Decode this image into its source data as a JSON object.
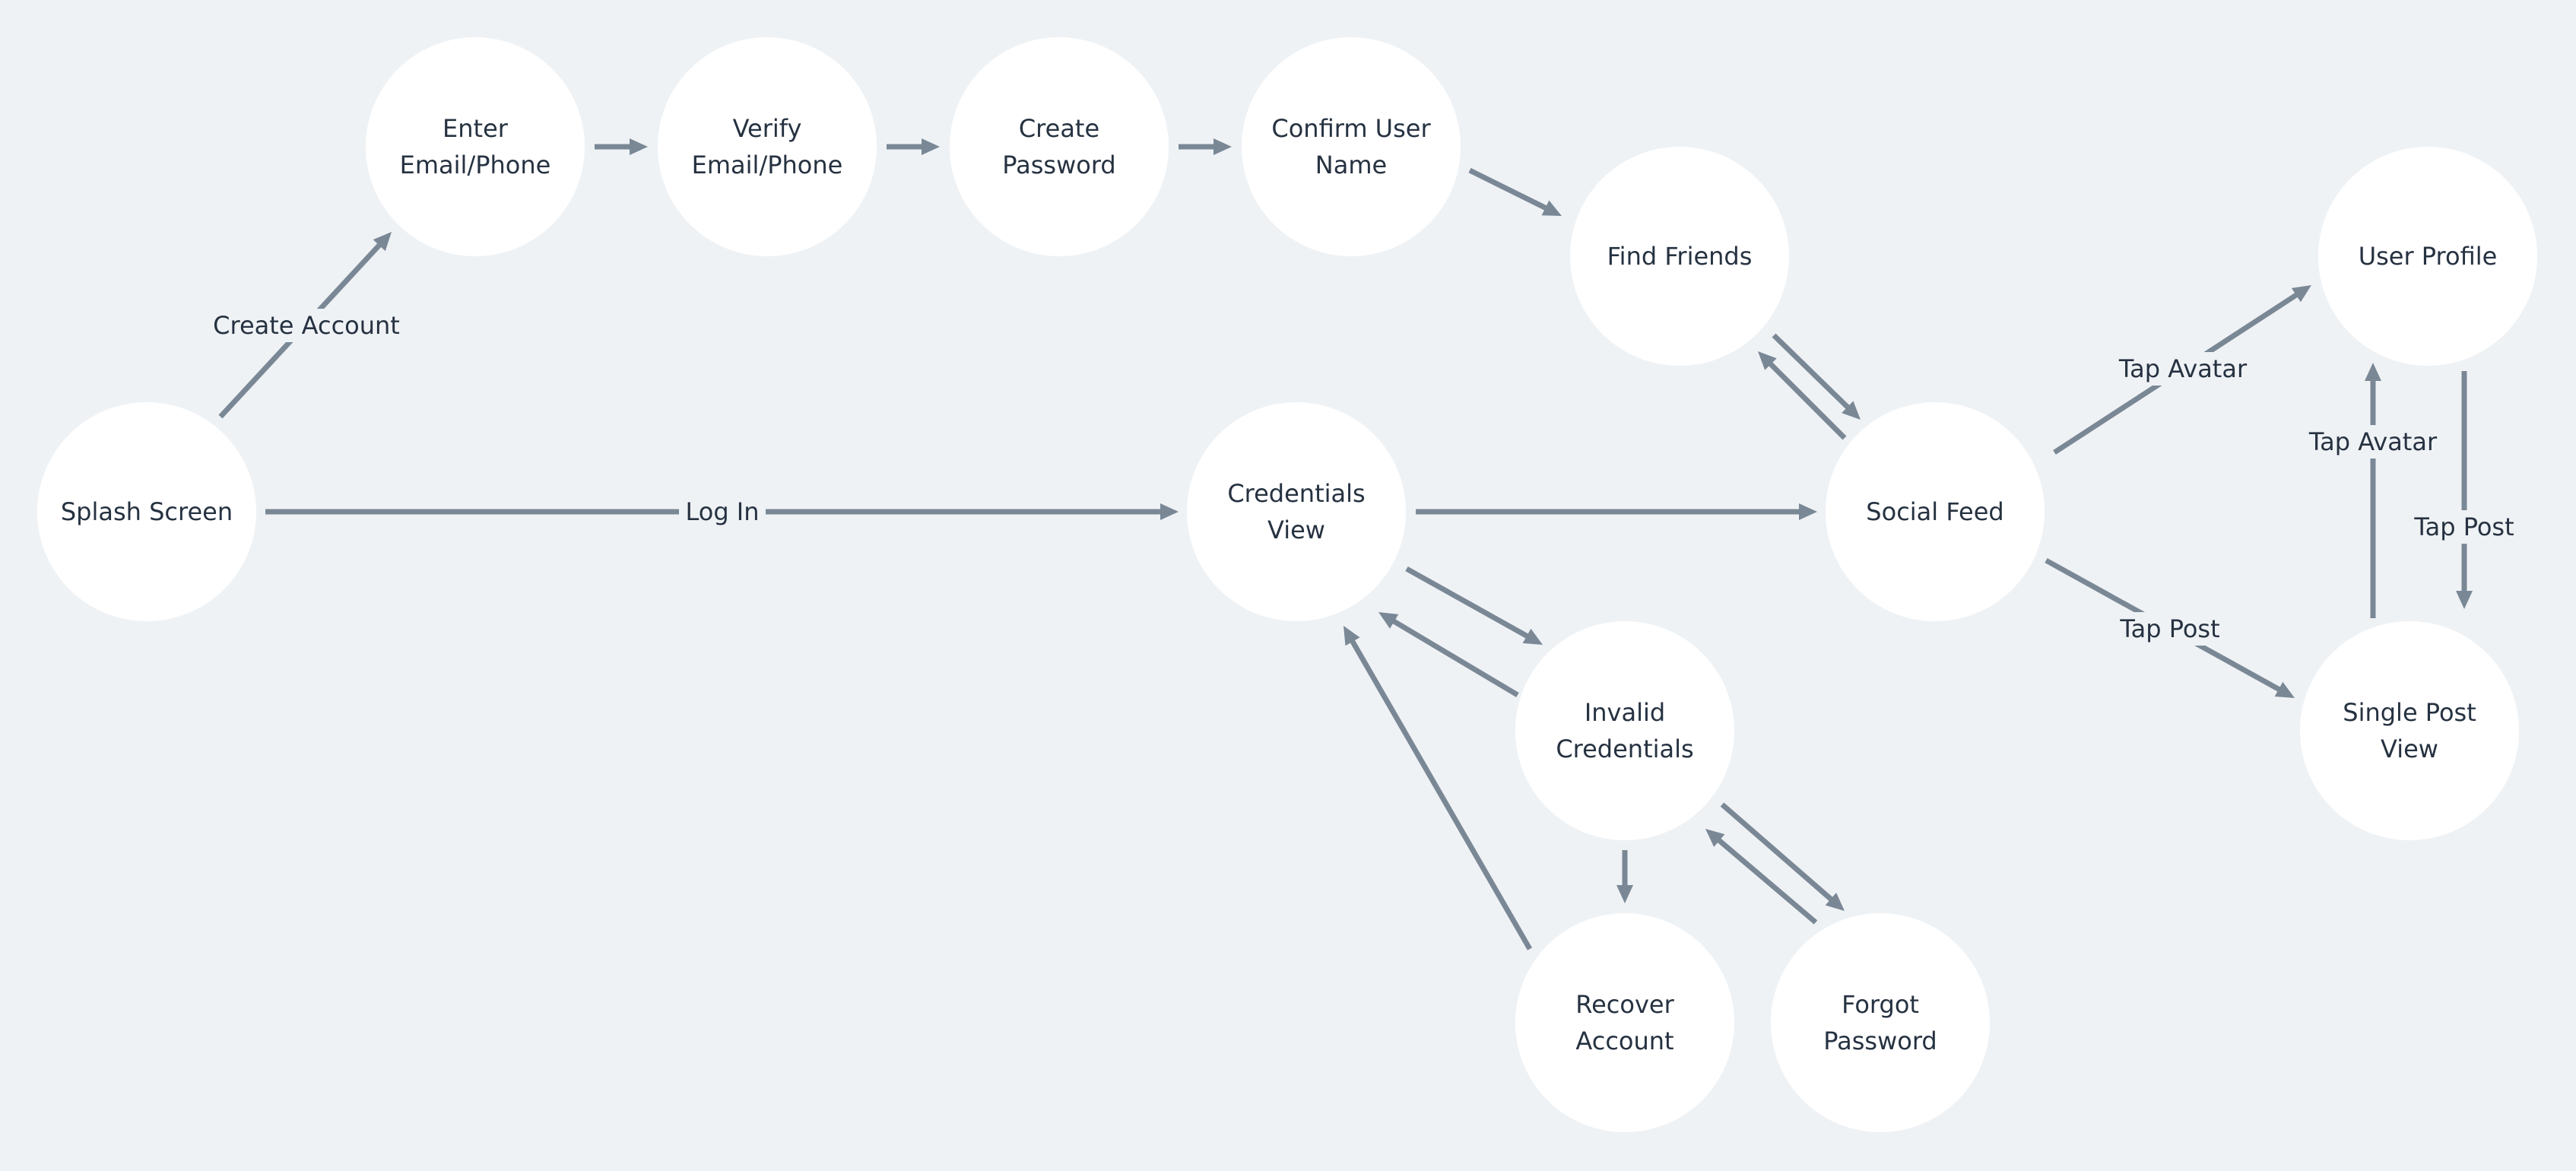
{
  "diagram": {
    "type": "user-flow",
    "colors": {
      "background": "#eff2f5",
      "node_fill": "#ffffff",
      "edge": "#7a8896",
      "text": "#263241"
    },
    "nodes": [
      {
        "id": "splash",
        "lines": [
          "Splash Screen"
        ]
      },
      {
        "id": "enter",
        "lines": [
          "Enter",
          "Email/Phone"
        ]
      },
      {
        "id": "verify",
        "lines": [
          "Verify",
          "Email/Phone"
        ]
      },
      {
        "id": "create",
        "lines": [
          "Create",
          "Password"
        ]
      },
      {
        "id": "confirm",
        "lines": [
          "Confirm User",
          "Name"
        ]
      },
      {
        "id": "find",
        "lines": [
          "Find Friends"
        ]
      },
      {
        "id": "creds",
        "lines": [
          "Credentials",
          "View"
        ]
      },
      {
        "id": "social",
        "lines": [
          "Social Feed"
        ]
      },
      {
        "id": "profile",
        "lines": [
          "User Profile"
        ]
      },
      {
        "id": "invalid",
        "lines": [
          "Invalid",
          "Credentials"
        ]
      },
      {
        "id": "single",
        "lines": [
          "Single Post",
          "View"
        ]
      },
      {
        "id": "recover",
        "lines": [
          "Recover",
          "Account"
        ]
      },
      {
        "id": "forgot",
        "lines": [
          "Forgot",
          "Password"
        ]
      }
    ],
    "edges": [
      {
        "from": "splash",
        "to": "enter",
        "label": "Create Account"
      },
      {
        "from": "enter",
        "to": "verify",
        "label": ""
      },
      {
        "from": "verify",
        "to": "create",
        "label": ""
      },
      {
        "from": "create",
        "to": "confirm",
        "label": ""
      },
      {
        "from": "confirm",
        "to": "find",
        "label": ""
      },
      {
        "from": "splash",
        "to": "creds",
        "label": "Log In"
      },
      {
        "from": "creds",
        "to": "social",
        "label": ""
      },
      {
        "from": "find",
        "to": "social",
        "label": ""
      },
      {
        "from": "social",
        "to": "find",
        "label": ""
      },
      {
        "from": "social",
        "to": "profile",
        "label": "Tap Avatar"
      },
      {
        "from": "social",
        "to": "single",
        "label": "Tap Post"
      },
      {
        "from": "single",
        "to": "profile",
        "label": "Tap Avatar"
      },
      {
        "from": "profile",
        "to": "single",
        "label": "Tap Post"
      },
      {
        "from": "creds",
        "to": "invalid",
        "label": ""
      },
      {
        "from": "invalid",
        "to": "creds",
        "label": ""
      },
      {
        "from": "invalid",
        "to": "recover",
        "label": ""
      },
      {
        "from": "invalid",
        "to": "forgot",
        "label": ""
      },
      {
        "from": "forgot",
        "to": "invalid",
        "label": ""
      },
      {
        "from": "recover",
        "to": "creds",
        "label": ""
      }
    ]
  }
}
